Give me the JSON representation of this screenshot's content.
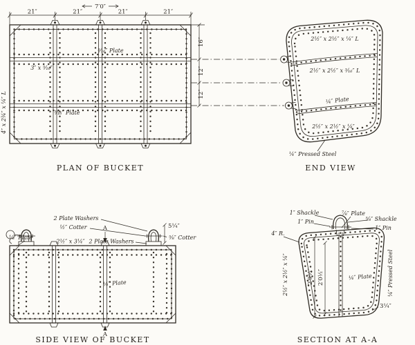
{
  "plan": {
    "caption": "PLAN OF BUCKET",
    "dim_total": "7′0″",
    "segments": [
      "21″",
      "21″",
      "21″",
      "21″"
    ],
    "dims_right": [
      "16″",
      "12″",
      "12″"
    ],
    "plate_upper": "⁵⁄₁₆″ Plate",
    "plate_lower": "⁵⁄₁₆″ Plate",
    "bar_label": "3″ x ⁵⁄₁₆″",
    "edge_angle": "4″ x 2¾″ x ¼″ L"
  },
  "end_view": {
    "caption": "END VIEW",
    "angle_top": "2½″ x 2½″ x ¼″ L",
    "angle_mid": "2½″ x 2½″ x ³⁄₁₆″ L",
    "plate": "¼″ Plate",
    "angle_bottom": "2½″ x 2½″ x ¼″",
    "pressed_steel": "¼″ Pressed Steel"
  },
  "side_view": {
    "caption": "SIDE VIEW OF BUCKET",
    "plate_washers_top": "2 Plate Washers",
    "cotter_top": "½″ Cotter",
    "marker_top": "A",
    "marker_bottom": "A",
    "dim_shackle": "5¼″",
    "cotter_right": "⅝″ Cotter",
    "plate_thin": "⅛″ Plate",
    "bar_label": "2½″ x 3¼″",
    "plate_washers_mid": "2 Plate Washers",
    "plate_main": "¼″ Plate"
  },
  "section": {
    "caption": "SECTION AT A-A",
    "shackle_big": "1″ Shackle",
    "pin_big": "1″ Pin",
    "plate_78": "⅞″ Plate",
    "shackle_small": "⅝″ Shackle",
    "pin_small": "1″ Pin",
    "corner_radius": "4″ R.",
    "angle_left": "2½″ x 2½″ x ¼″",
    "plate_main": "¼″ Plate",
    "dim_inner": "2′0½″",
    "dim_outer": "2′9½″",
    "pressed_steel": "¼″ Pressed Steel",
    "dim_bottom": "3¼″"
  }
}
